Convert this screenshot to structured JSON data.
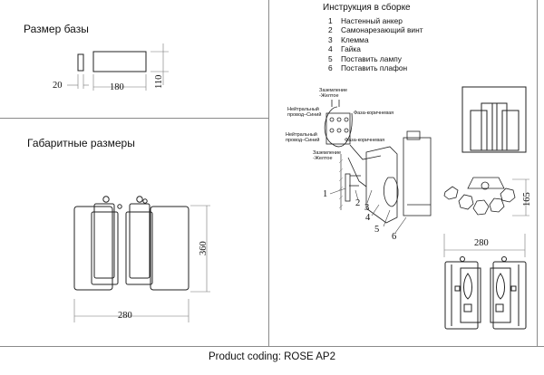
{
  "base_section": {
    "title": "Размер базы",
    "dim_width": "20",
    "dim_length": "180",
    "dim_height": "110"
  },
  "overall_section": {
    "title": "Габаритные размеры",
    "dim_height": "360",
    "dim_width": "280"
  },
  "instructions": {
    "title": "Инструкция в сборке",
    "steps": [
      {
        "num": "1",
        "text": "Настенный анкер"
      },
      {
        "num": "2",
        "text": "Самонарезающий винт"
      },
      {
        "num": "3",
        "text": "Клемма"
      },
      {
        "num": "4",
        "text": "Гайка"
      },
      {
        "num": "5",
        "text": "Поставить лампу"
      },
      {
        "num": "6",
        "text": "Поставить плафон"
      }
    ],
    "wiring_labels": {
      "ground_top": "Заземление\n-Желтое",
      "neutral_top": "Нейтральный\nпровод–Синий",
      "phase_top": "Фаза-коричневая",
      "neutral_bottom": "Нейтральный\nпровод–Синий",
      "phase_bottom": "Фаза-коричневая",
      "ground_bottom": "Заземление\n-Желтое"
    },
    "callouts": [
      "1",
      "2",
      "3",
      "4",
      "5",
      "6"
    ]
  },
  "right_views": {
    "dim_depth": "165",
    "dim_width": "280"
  },
  "footer": {
    "product_coding": "Product coding: ROSE AP2"
  }
}
